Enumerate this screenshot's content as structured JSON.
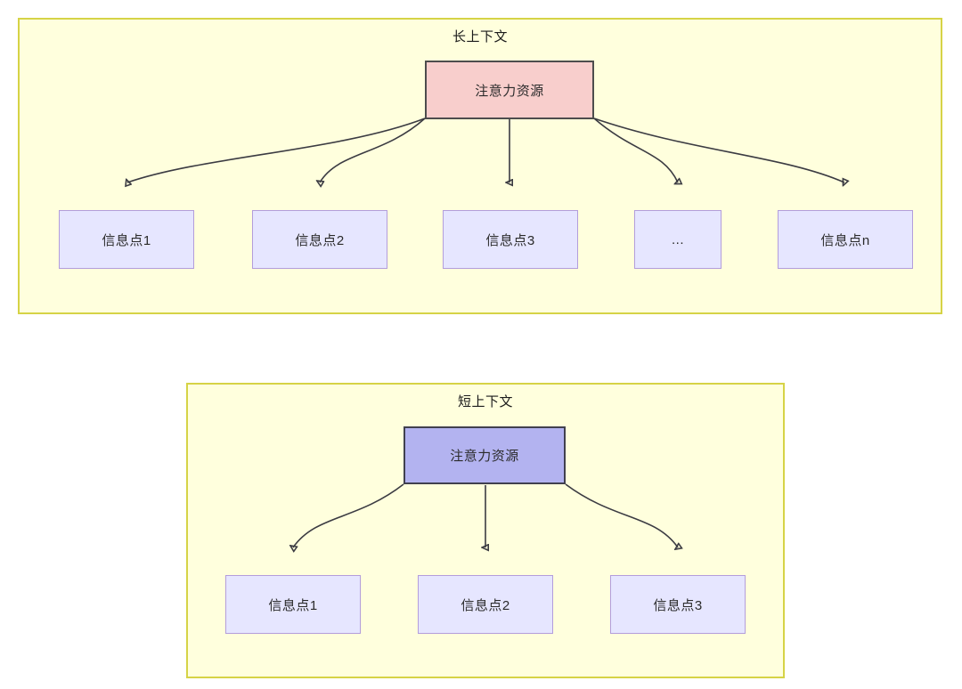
{
  "diagram": {
    "title_semantic": "attention-resource-allocation-long-vs-short-context",
    "colors": {
      "panel_background": "#ffffdd",
      "panel_border": "#d6d346",
      "attention_long_fill": "#f8cecc",
      "attention_long_border": "#4d4d4d",
      "attention_short_fill": "#b3b3f0",
      "attention_short_border": "#41404f",
      "info_fill": "#e6e6ff",
      "info_border": "#b39ddb",
      "edge_stroke": "#3b3b42",
      "text": "#2b2b2b"
    }
  },
  "panels": [
    {
      "id": "long-context",
      "title": "长上下文",
      "root": {
        "label": "注意力资源"
      },
      "children": [
        {
          "label": "信息点1"
        },
        {
          "label": "信息点2"
        },
        {
          "label": "信息点3"
        },
        {
          "label": "..."
        },
        {
          "label": "信息点n"
        }
      ]
    },
    {
      "id": "short-context",
      "title": "短上下文",
      "root": {
        "label": "注意力资源"
      },
      "children": [
        {
          "label": "信息点1"
        },
        {
          "label": "信息点2"
        },
        {
          "label": "信息点3"
        }
      ]
    }
  ]
}
